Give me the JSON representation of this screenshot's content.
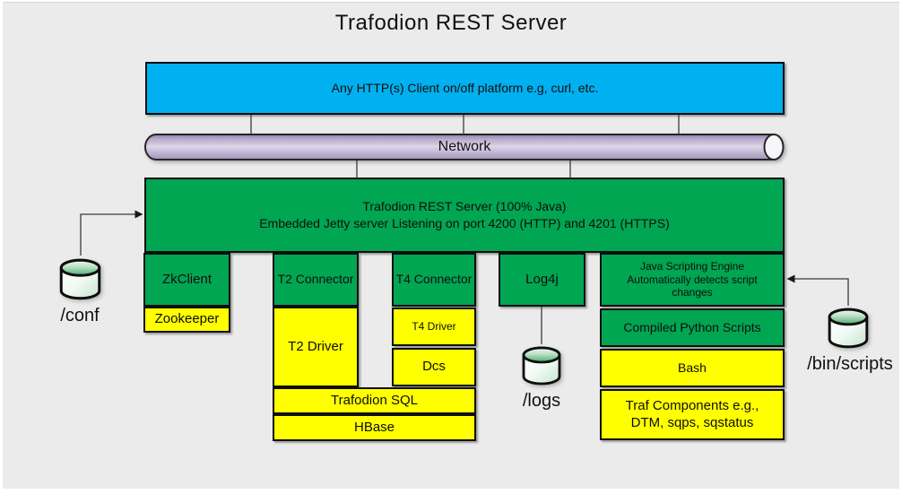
{
  "title": "Trafodion REST Server",
  "client": {
    "label": "Any HTTP(s) Client on/off platform e.g, curl, etc."
  },
  "network": {
    "label": "Network"
  },
  "rest_server": {
    "line1": "Trafodion REST Server (100% Java)",
    "line2": "Embedded Jetty server Listening on port 4200 (HTTP) and 4201 (HTTPS)"
  },
  "stacks": {
    "zk": {
      "client": "ZkClient",
      "store": "Zookeeper"
    },
    "t2": {
      "connector": "T2 Connector",
      "driver": "T2 Driver"
    },
    "t4": {
      "connector": "T4 Connector",
      "driver": "T4 Driver",
      "dcs": "Dcs"
    },
    "shared": {
      "sql": "Trafodion SQL",
      "hbase": "HBase"
    },
    "logging": {
      "log4j": "Log4j"
    },
    "scripting": {
      "engine_line1": "Java Scripting Engine",
      "engine_line2": "Automatically detects script changes",
      "python": "Compiled Python Scripts",
      "bash": "Bash",
      "traf": "Traf Components e.g., DTM, sqps, sqstatus"
    }
  },
  "storage": {
    "conf": "/conf",
    "logs": "/logs",
    "bin": "/bin/scripts"
  },
  "colors": {
    "blue": "#00B0F0",
    "green": "#00A651",
    "yellow": "#FFFF00",
    "purple": "#B3A2C7",
    "background": "#EBEBEB",
    "border": "#0F0F0F"
  }
}
